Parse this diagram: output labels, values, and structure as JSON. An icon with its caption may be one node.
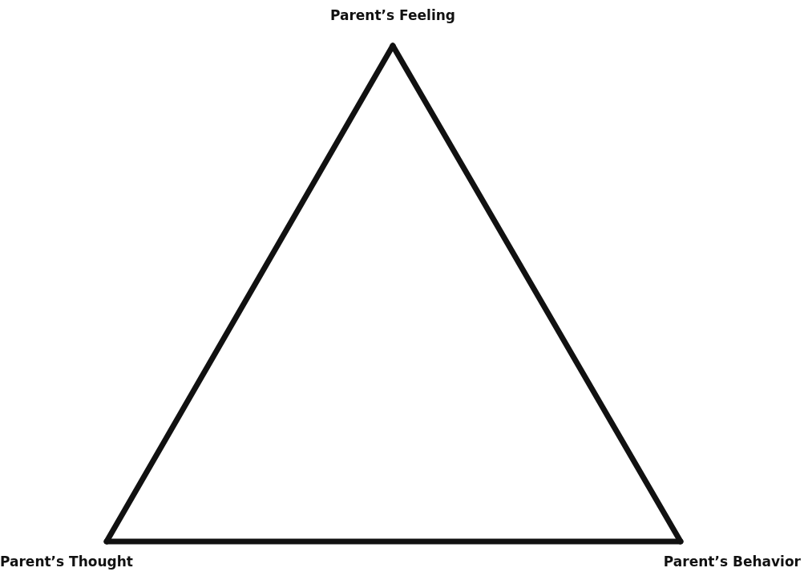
{
  "diagram": {
    "nodes": [
      {
        "text": [
          "Parent’s Feeling"
        ]
      },
      {
        "text": [
          "Parent’s Thought"
        ]
      },
      {
        "text": [
          "Parent’s Behavior"
        ]
      }
    ],
    "edges": [
      {
        "from": 0,
        "to": 1,
        "arrow": "none"
      },
      {
        "from": 1,
        "to": 2,
        "arrow": "none"
      },
      {
        "from": 2,
        "to": 0,
        "arrow": "none"
      }
    ]
  }
}
